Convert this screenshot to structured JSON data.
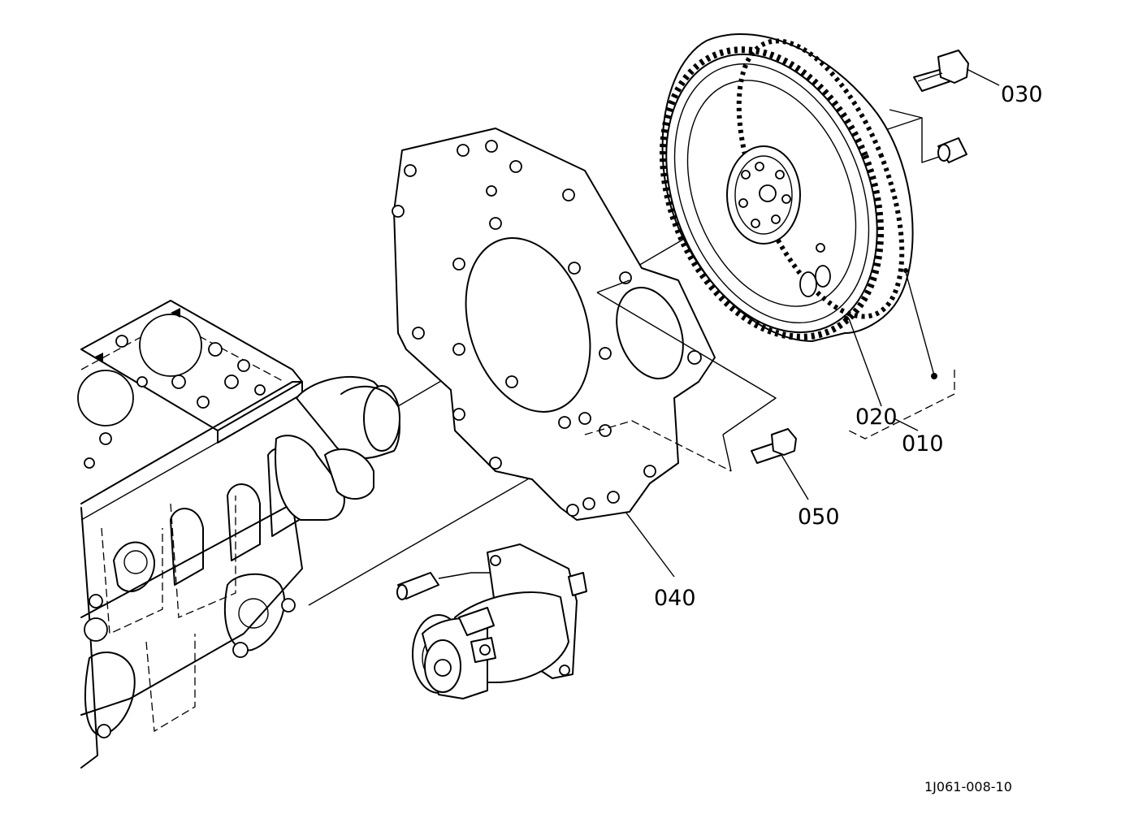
{
  "callouts": {
    "c010": "010",
    "c020": "020",
    "c030": "030",
    "c040": "040",
    "c050": "050"
  },
  "reference_code": "1J061-008-10"
}
